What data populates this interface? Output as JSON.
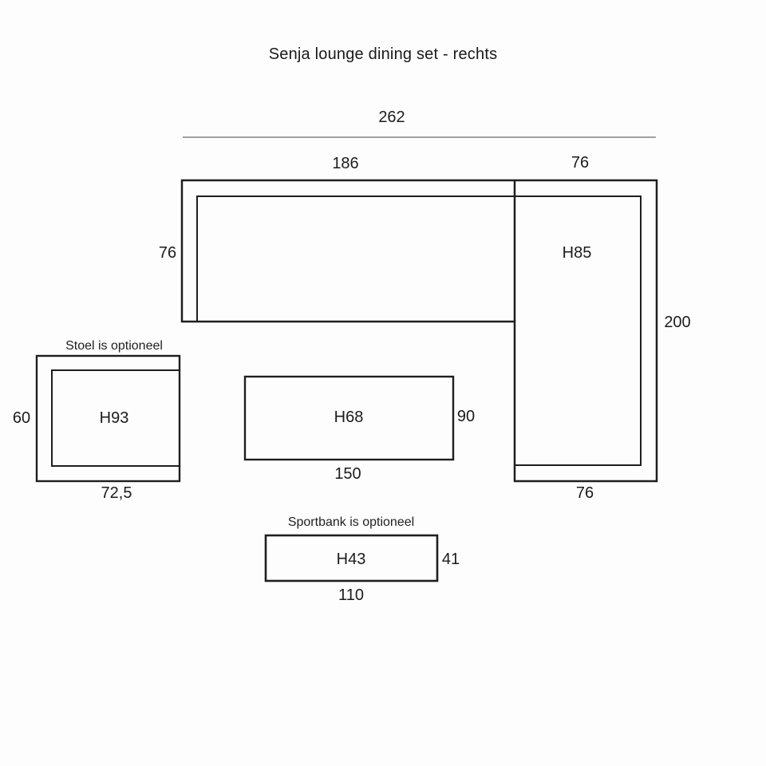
{
  "title": "Senja lounge dining set - rechts",
  "colors": {
    "line": "#1f1f1f",
    "dimension_line": "#6a6a6a",
    "background": "#fdfdfd"
  },
  "sofa": {
    "dim_total_width": "262",
    "dim_left_section_width": "186",
    "dim_right_section_width": "76",
    "dim_left_section_depth": "76",
    "dim_right_section_height": "200",
    "dim_right_section_bottom_width": "76",
    "height_label": "H85"
  },
  "chair": {
    "note": "Stoel is optioneel",
    "height_label": "H93",
    "dim_depth": "60",
    "dim_width": "72,5"
  },
  "table": {
    "height_label": "H68",
    "dim_depth": "90",
    "dim_width": "150"
  },
  "bench": {
    "note": "Sportbank is optioneel",
    "height_label": "H43",
    "dim_depth": "41",
    "dim_width": "110"
  }
}
